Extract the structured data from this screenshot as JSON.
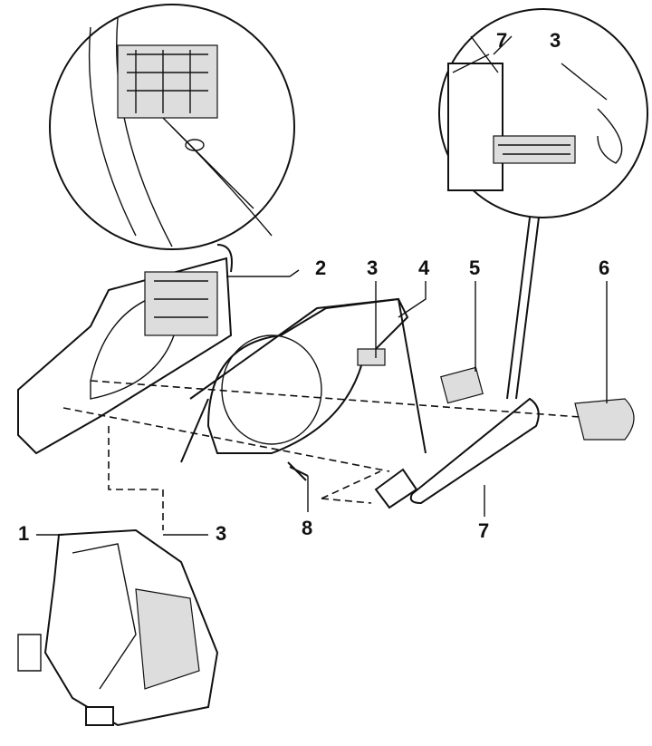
{
  "diagram": {
    "title": "Door handle assembly exploded view",
    "callouts": [
      {
        "id": "top-7",
        "text": "7"
      },
      {
        "id": "top-3",
        "text": "3"
      },
      {
        "id": "2",
        "text": "2"
      },
      {
        "id": "3a",
        "text": "3"
      },
      {
        "id": "4",
        "text": "4"
      },
      {
        "id": "5",
        "text": "5"
      },
      {
        "id": "6",
        "text": "6"
      },
      {
        "id": "8",
        "text": "8"
      },
      {
        "id": "7",
        "text": "7"
      },
      {
        "id": "1",
        "text": "1"
      },
      {
        "id": "3b",
        "text": "3"
      }
    ]
  }
}
